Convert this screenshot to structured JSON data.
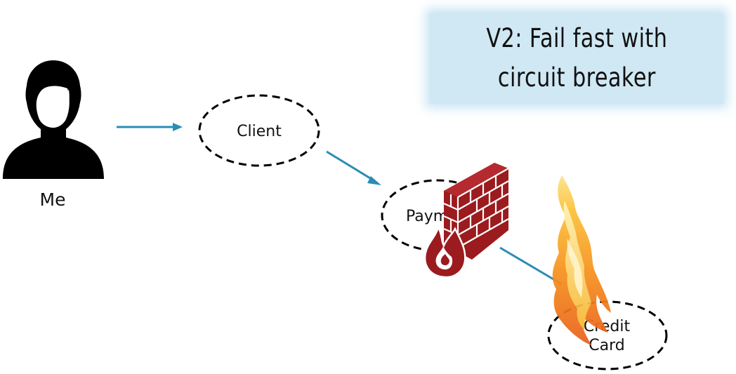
{
  "title": {
    "line1": "V2: Fail fast  with",
    "line2": "circuit breaker"
  },
  "nodes": {
    "me": "Me",
    "client": "Client",
    "payment": "Paym...",
    "credit_line1": "Credit",
    "credit_line2": "Card"
  },
  "colors": {
    "arrow": "#2a8db5",
    "firewall": "#9b1b1f",
    "title_background": "#cfe8f4",
    "flame": "#f08a1c"
  },
  "icons": {
    "user": "person-silhouette-icon",
    "firewall": "firewall-icon",
    "fire": "fire-icon"
  }
}
